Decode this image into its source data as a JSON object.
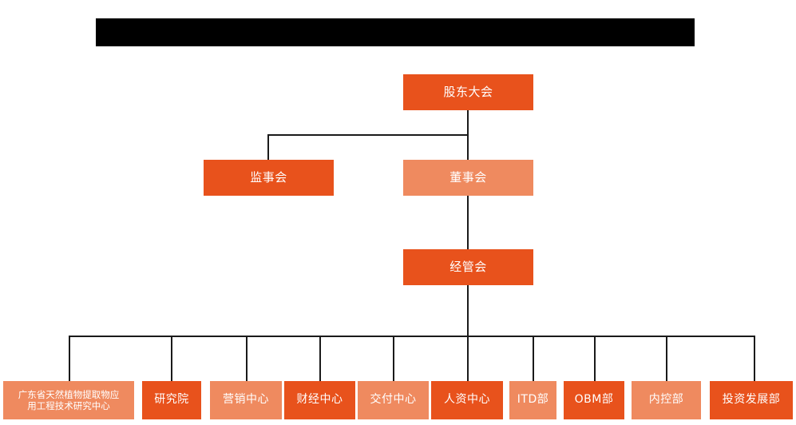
{
  "chart": {
    "type": "org-chart",
    "title_bar": {
      "text": "",
      "redacted": true,
      "color": "#000000"
    },
    "colors": {
      "accent": "#E8521C",
      "secondary": "#EF8A5F",
      "connector": "#1a1a1a",
      "text": "#FFFFFF",
      "background": "#FFFFFF"
    },
    "levels": [
      {
        "level": 1,
        "nodes": [
          {
            "id": "shareholders-meeting",
            "label": "股东大会",
            "style": "accent"
          }
        ]
      },
      {
        "level": 2,
        "nodes": [
          {
            "id": "board-of-supervisors",
            "label": "监事会",
            "style": "accent"
          },
          {
            "id": "board-of-directors",
            "label": "董事会",
            "style": "secondary"
          }
        ]
      },
      {
        "level": 3,
        "nodes": [
          {
            "id": "management-committee",
            "label": "经管会",
            "style": "accent"
          }
        ]
      },
      {
        "level": 4,
        "nodes": [
          {
            "id": "guangdong-research-center",
            "label": "广东省天然植物提取物应\n用工程技术研究中心",
            "style": "secondary"
          },
          {
            "id": "research-institute",
            "label": "研究院",
            "style": "accent"
          },
          {
            "id": "marketing-center",
            "label": "营销中心",
            "style": "secondary"
          },
          {
            "id": "finance-center",
            "label": "财经中心",
            "style": "accent"
          },
          {
            "id": "delivery-center",
            "label": "交付中心",
            "style": "secondary"
          },
          {
            "id": "hr-center",
            "label": "人资中心",
            "style": "accent"
          },
          {
            "id": "itd-department",
            "label": "ITD部",
            "style": "secondary"
          },
          {
            "id": "obm-department",
            "label": "OBM部",
            "style": "accent"
          },
          {
            "id": "internal-control-department",
            "label": "内控部",
            "style": "secondary"
          },
          {
            "id": "investment-development-department",
            "label": "投资发展部",
            "style": "accent"
          }
        ]
      }
    ]
  }
}
